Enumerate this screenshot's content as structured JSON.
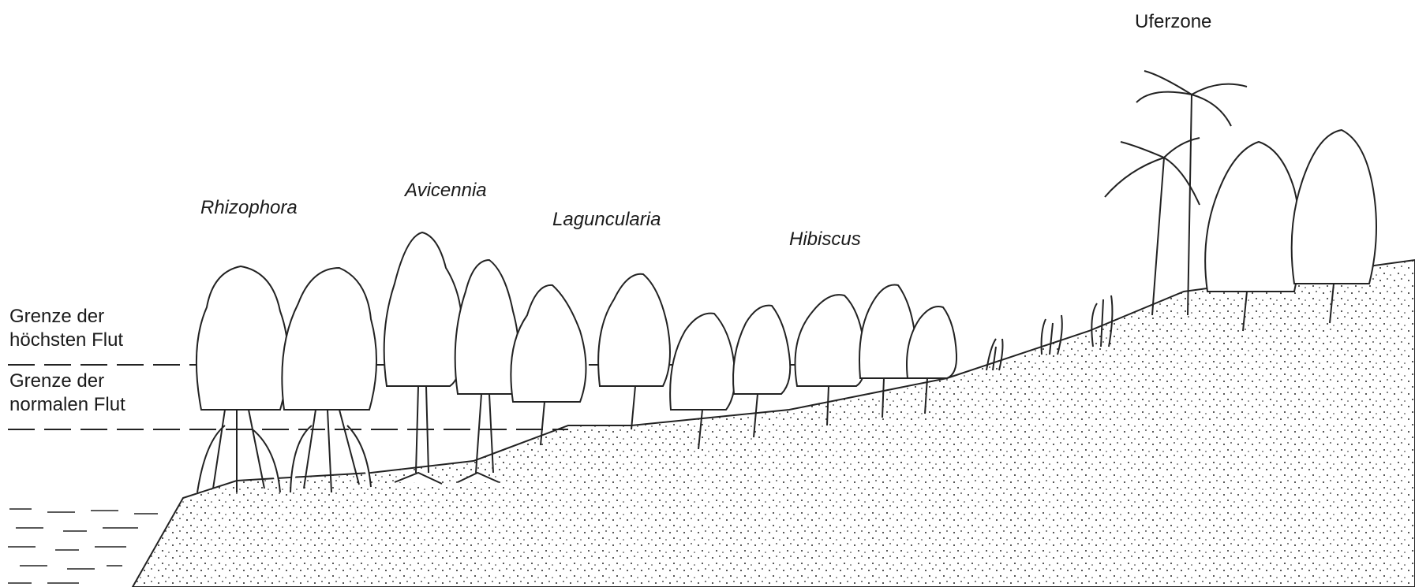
{
  "zones": {
    "rhizophora": "Rhizophora",
    "avicennia": "Avicennia",
    "laguncularia": "Laguncularia",
    "hibiscus": "Hibiscus",
    "uferzone": "Uferzone"
  },
  "tide_lines": {
    "highest": {
      "line1": "Grenze der",
      "line2": "höchsten Flut"
    },
    "normal": {
      "line1": "Grenze der",
      "line2": "normalen Flut"
    }
  }
}
